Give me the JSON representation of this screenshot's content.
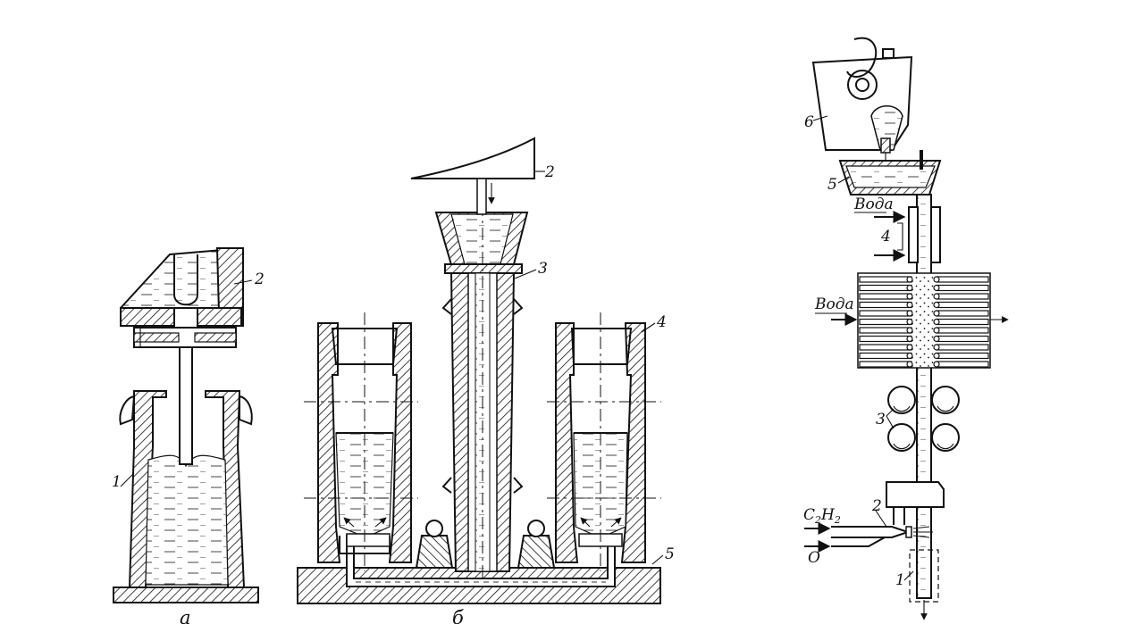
{
  "figure": {
    "captions": {
      "a": "а",
      "b": "б"
    },
    "panel_a": {
      "labels": [
        "1",
        "2"
      ]
    },
    "panel_b": {
      "labels": [
        "2",
        "3",
        "4",
        "5"
      ]
    },
    "panel_c": {
      "labels": [
        "6",
        "5",
        "4",
        "3",
        "2",
        "1"
      ],
      "water_top": "Вода",
      "water_side": "Вода",
      "gas_acetylene_main": "C",
      "gas_acetylene_sub1": "2",
      "gas_acetylene_main2": "H",
      "gas_acetylene_sub2": "2",
      "gas_oxygen": "O"
    }
  }
}
